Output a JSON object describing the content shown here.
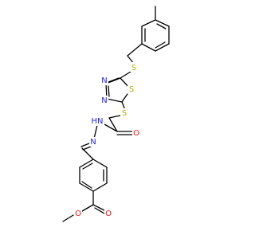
{
  "colors": {
    "background": "#ffffff",
    "bond": "#000000",
    "carbon": "#000000",
    "sulfur": "#b3b300",
    "nitrogen": "#2020ff",
    "oxygen": "#ff0d0d"
  },
  "atoms": {
    "s_thioether_top": "S",
    "s_ring": "S",
    "s_thioether_mid": "S",
    "n_ring_upper": "N",
    "n_ring_lower": "N",
    "nh_hydrazide": "HN",
    "n_imine": "N",
    "o_amide": "O",
    "o_ester_carbonyl": "O",
    "o_ester_methoxy": "O"
  }
}
